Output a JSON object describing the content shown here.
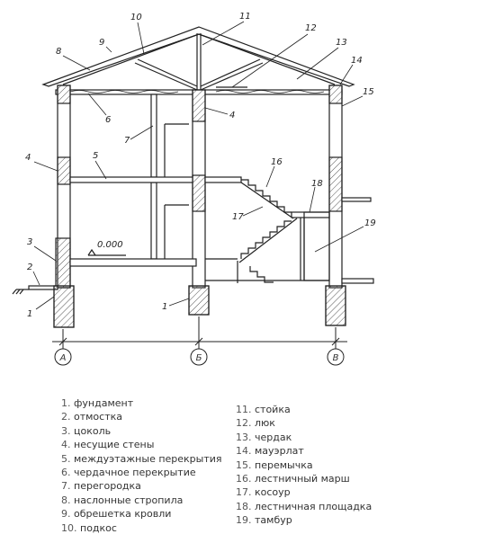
{
  "callouts": [
    "1",
    "2",
    "3",
    "4",
    "5",
    "6",
    "7",
    "8",
    "9",
    "10",
    "11",
    "12",
    "13",
    "14",
    "15",
    "16",
    "17",
    "18",
    "19"
  ],
  "level_mark": "0.000",
  "axes": [
    "А",
    "Б",
    "В"
  ],
  "legend": [
    {
      "num": "1.",
      "text": "фундамент"
    },
    {
      "num": "2.",
      "text": "отмостка"
    },
    {
      "num": "3.",
      "text": "цоколь"
    },
    {
      "num": "4.",
      "text": "несущие стены"
    },
    {
      "num": "5.",
      "text": "междуэтажные перекрытия"
    },
    {
      "num": "6.",
      "text": "чердачное перекрытие"
    },
    {
      "num": "7.",
      "text": "перегородка"
    },
    {
      "num": "8.",
      "text": "наслонные стропила"
    },
    {
      "num": "9.",
      "text": "обрешетка кровли"
    },
    {
      "num": "10.",
      "text": "подкос"
    },
    {
      "num": "11.",
      "text": "стойка"
    },
    {
      "num": "12.",
      "text": "люк"
    },
    {
      "num": "13.",
      "text": "чердак"
    },
    {
      "num": "14.",
      "text": "мауэрлат"
    },
    {
      "num": "15.",
      "text": "перемычка"
    },
    {
      "num": "16.",
      "text": "лестничный марш"
    },
    {
      "num": "17.",
      "text": "косоур"
    },
    {
      "num": "18.",
      "text": "лестничная площадка"
    },
    {
      "num": "19.",
      "text": "тамбур"
    }
  ],
  "colors": {
    "line": "#222222",
    "hatch": "#555555",
    "text": "#333333"
  }
}
